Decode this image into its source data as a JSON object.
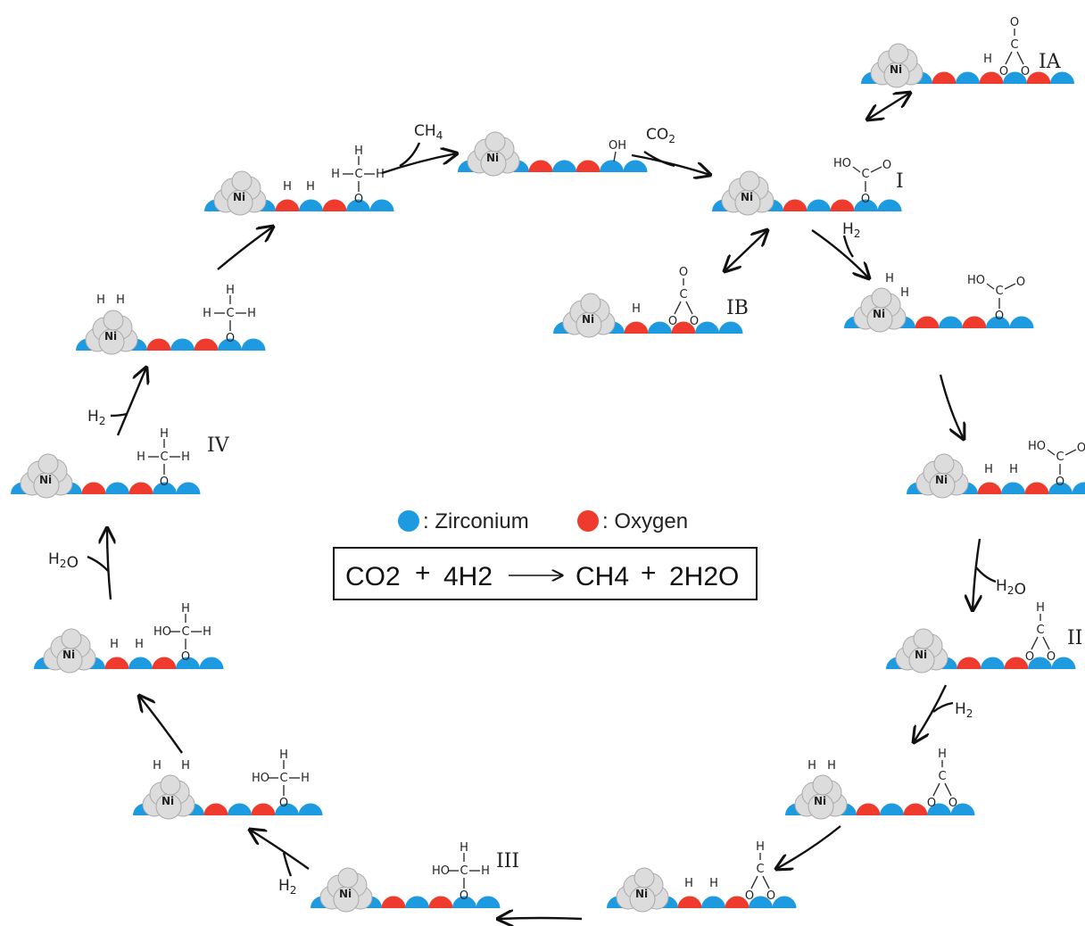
{
  "colors": {
    "zirconium": "#1e9be0",
    "oxygen": "#ee3b2e",
    "nickel_light": "#dcdcdc",
    "nickel_shade": "#a9a9a9",
    "line": "#111111"
  },
  "legend": {
    "zirconium_label": ": Zirconium",
    "oxygen_label": ": Oxygen"
  },
  "equation": {
    "reactant1": "CO2",
    "plus1": "+",
    "reactant2": "4H2",
    "product1": "CH4",
    "plus2": "+",
    "product2": "2H2O"
  },
  "atoms": {
    "ni": "Ni",
    "h": "H",
    "o": "O",
    "c": "C",
    "oh": "OH",
    "ho": "HO"
  },
  "stage_labels": {
    "ia": "IA",
    "i": "I",
    "ib": "IB",
    "ii": "II",
    "iii": "III",
    "iv": "IV"
  },
  "species": {
    "co2": "CO2",
    "h2": "H2",
    "h2o": "H2O",
    "ch4": "CH4"
  }
}
